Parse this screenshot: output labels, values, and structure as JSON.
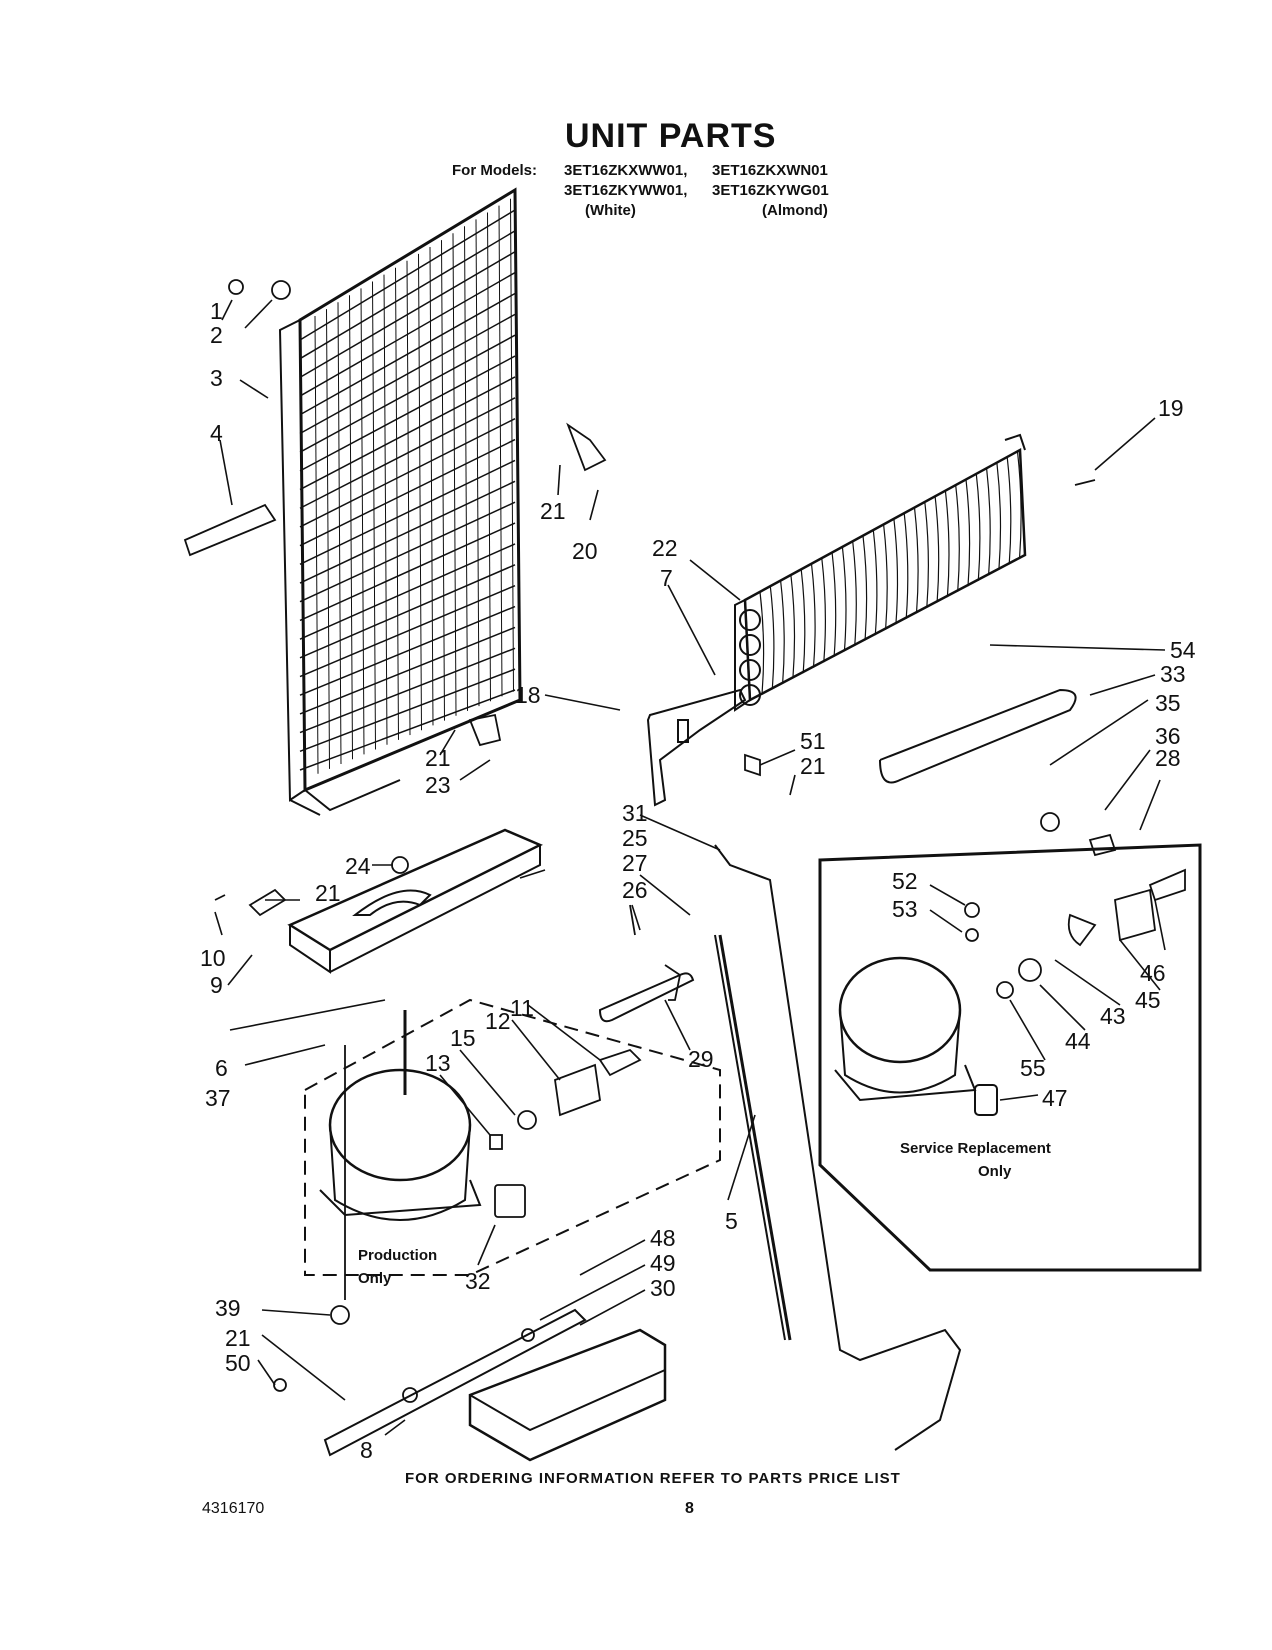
{
  "title": "UNIT PARTS",
  "models": {
    "prefix": "For Models:",
    "line1_a": "3ET16ZKXWW01,",
    "line1_b": "3ET16ZKXWN01",
    "line2_a": "3ET16ZKYWW01,",
    "line2_b": "3ET16ZKYWG01",
    "white": "(White)",
    "almond": "(Almond)"
  },
  "callouts": [
    "1",
    "2",
    "3",
    "4",
    "19",
    "21",
    "20",
    "22",
    "7",
    "54",
    "33",
    "35",
    "18",
    "51",
    "21",
    "36",
    "28",
    "21",
    "23",
    "31",
    "24",
    "25",
    "21",
    "27",
    "26",
    "52",
    "53",
    "10",
    "9",
    "11",
    "12",
    "15",
    "13",
    "29",
    "46",
    "45",
    "43",
    "44",
    "55",
    "6",
    "37",
    "47",
    "32",
    "5",
    "48",
    "49",
    "30",
    "39",
    "21",
    "50",
    "8"
  ],
  "notes": {
    "production_1": "Production",
    "production_2": "Only",
    "service_1": "Service Replacement",
    "service_2": "Only"
  },
  "footer": {
    "ordering": "FOR ORDERING INFORMATION REFER TO PARTS PRICE LIST",
    "doc_number": "4316170",
    "page_number": "8"
  }
}
